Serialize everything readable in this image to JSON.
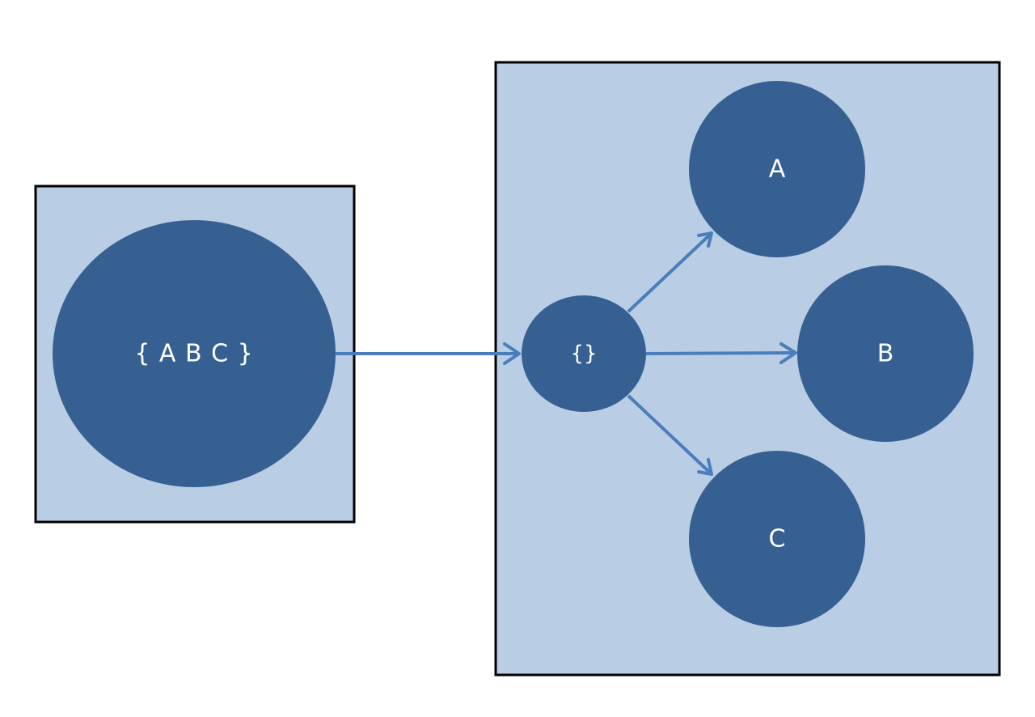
{
  "source_set": {
    "label": "{ A B C }"
  },
  "result": {
    "root_label": "{}",
    "children": [
      {
        "label": "A"
      },
      {
        "label": "B"
      },
      {
        "label": "C"
      }
    ]
  },
  "colors": {
    "box_fill": "#b9cde5",
    "node_fill": "#376092",
    "arrow": "#4a7ebb",
    "text": "#ffffff"
  }
}
